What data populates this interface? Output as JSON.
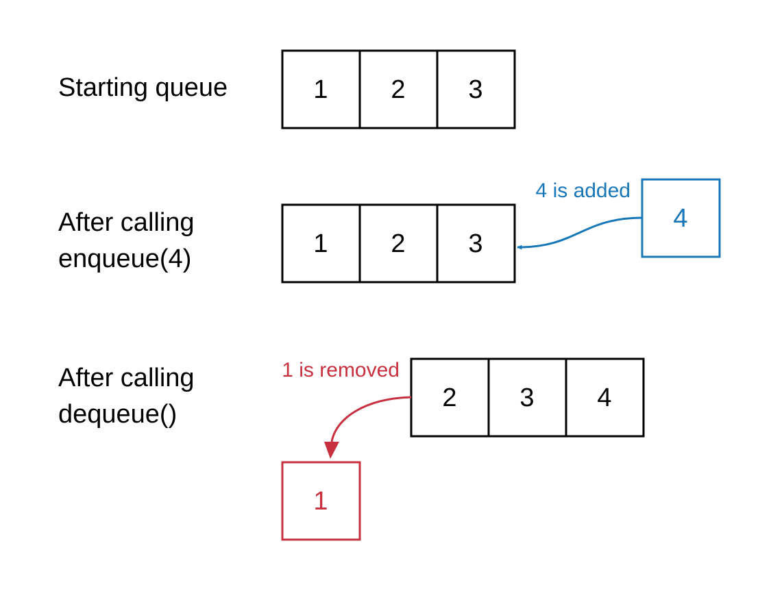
{
  "colors": {
    "added": "#1777b8",
    "removed": "#c8303f",
    "stroke": "#000000"
  },
  "rows": [
    {
      "label_lines": [
        "Starting queue"
      ],
      "cells": [
        "1",
        "2",
        "3"
      ]
    },
    {
      "label_lines": [
        "After calling",
        "enqueue(4)"
      ],
      "cells": [
        "1",
        "2",
        "3"
      ]
    },
    {
      "label_lines": [
        "After calling",
        "dequeue()"
      ],
      "cells": [
        "2",
        "3",
        "4"
      ]
    }
  ],
  "enqueue": {
    "value": "4",
    "note": "4 is added"
  },
  "dequeue": {
    "value": "1",
    "note": "1 is removed"
  }
}
